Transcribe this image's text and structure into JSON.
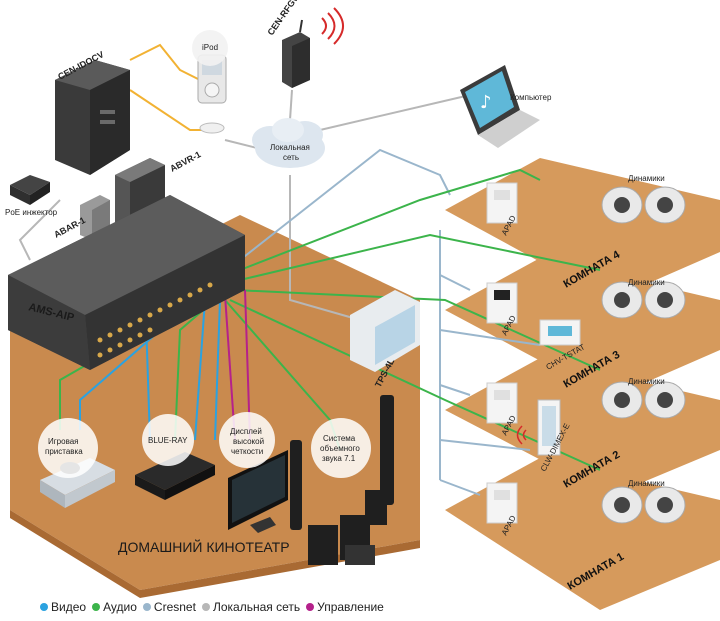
{
  "colors": {
    "video": "#2ba2e0",
    "audio": "#3cb44b",
    "cresnet": "#9ab6cc",
    "lan": "#b7b7b7",
    "control": "#b5218b",
    "floor": "#c98a4e",
    "floor_dark": "#a96a33",
    "room_floor": "#d69a5c",
    "usb_line": "#f2b233"
  },
  "devices": {
    "cen_iddcv": "CEN-IDOCV",
    "cen_rfgw": "CEN-RFGW-EX",
    "ipod": "iPod",
    "computer": "Компьютер",
    "lan_cloud_line1": "Локальная",
    "lan_cloud_line2": "сеть",
    "poe_injector": "PoE инжектор",
    "abar": "ABAR-1",
    "abvr": "ABVR-1",
    "ams_aip": "AMS-AIP",
    "tps": "TPS-4L",
    "game_console_line1": "Игровая",
    "game_console_line2": "приставка",
    "blu_ray": "BLUE-RAY",
    "hd_display_line1": "Дисплей",
    "hd_display_line2": "высокой",
    "hd_display_line3": "четкости",
    "surround_line1": "Система",
    "surround_line2": "объемного",
    "surround_line3": "звука 7.1",
    "home_theater": "ДОМАШНИЙ КИНОТЕАТР"
  },
  "rooms": [
    {
      "name": "КОМНАТА 4",
      "apad": "APAD",
      "speakers": "Динамики",
      "extra": ""
    },
    {
      "name": "КОМНАТА 3",
      "apad": "APAD",
      "speakers": "Динамики",
      "extra": "CHV-TSTAT"
    },
    {
      "name": "КОМНАТА 2",
      "apad": "APAD",
      "speakers": "Динамики",
      "extra": "CLW-DIMEX-E"
    },
    {
      "name": "КОМНАТА 1",
      "apad": "APAD",
      "speakers": "Динамики",
      "extra": ""
    }
  ],
  "legend": [
    {
      "label": "Видео",
      "color": "#2ba2e0"
    },
    {
      "label": "Аудио",
      "color": "#3cb44b"
    },
    {
      "label": "Cresnet",
      "color": "#9ab6cc"
    },
    {
      "label": "Локальная сеть",
      "color": "#b7b7b7"
    },
    {
      "label": "Управление",
      "color": "#b5218b"
    }
  ]
}
